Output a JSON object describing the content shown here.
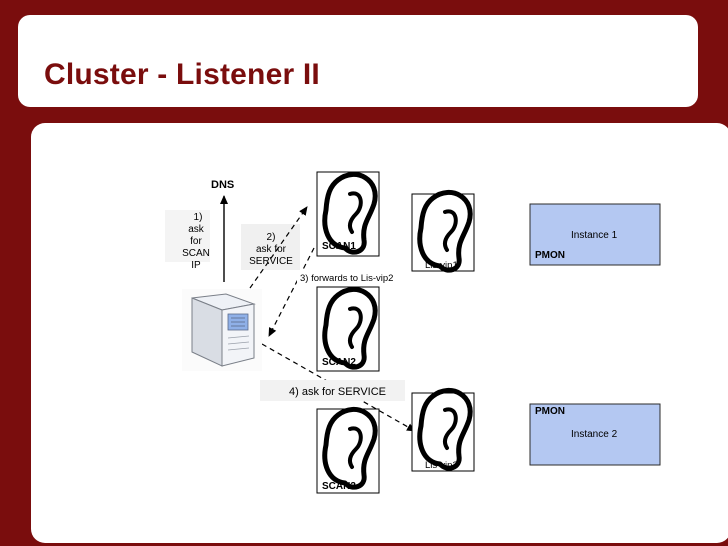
{
  "slide": {
    "title": "Cluster - Listener II"
  },
  "diagram": {
    "dns_label": "DNS",
    "step1": [
      "1)",
      "ask",
      "for",
      "SCAN",
      "IP"
    ],
    "step2": [
      "2)",
      "ask for",
      "SERVICE"
    ],
    "step3": "3) forwards to Lis-vip2",
    "step4": "4) ask for SERVICE",
    "scan1": "SCAN1",
    "scan2": "SCAN2",
    "scan3": "SCAN3",
    "vip1": "Lis-vip1",
    "vip2": "Lis-vip2",
    "instance1": {
      "name": "Instance 1",
      "pmon": "PMON"
    },
    "instance2": {
      "name": "Instance 2",
      "pmon": "PMON"
    },
    "colors": {
      "instance_fill": "#b4c8f2",
      "instance_border": "#2b2b2b",
      "background": "#7a0d0d"
    }
  }
}
